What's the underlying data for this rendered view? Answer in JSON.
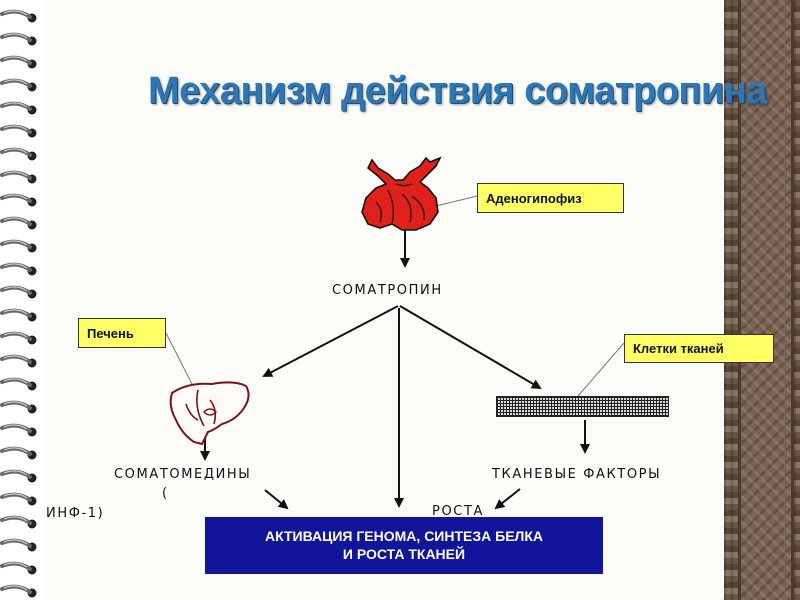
{
  "title": "Механизм действия соматропина",
  "labels": {
    "adenohypophysis": "Аденогипофиз",
    "liver": "Печень",
    "tissue_cells": "Клетки тканей"
  },
  "diagram": {
    "somatotropin": "СОМАТРОПИН",
    "somatomedins": "СОМАТОМЕДИНЫ",
    "somatomedins_paren": "(",
    "igf_fragment": "ИНФ-1)",
    "tissue_factors": "ТКАНЕВЫЕ ФАКТОРЫ",
    "growth_fragment": "РОСТА"
  },
  "result": {
    "line1": "АКТИВАЦИЯ ГЕНОМА, СИНТЕЗА БЕЛКА",
    "line2": "И РОСТА ТКАНЕЙ"
  },
  "colors": {
    "title": "#2f77b4",
    "label_background": "#ffff66",
    "result_background": "#10159a",
    "pituitary": "#e0201a",
    "liver_outline": "#7a1414"
  },
  "icons": [
    "pituitary-gland-icon",
    "liver-icon",
    "tissue-cells-icon"
  ]
}
